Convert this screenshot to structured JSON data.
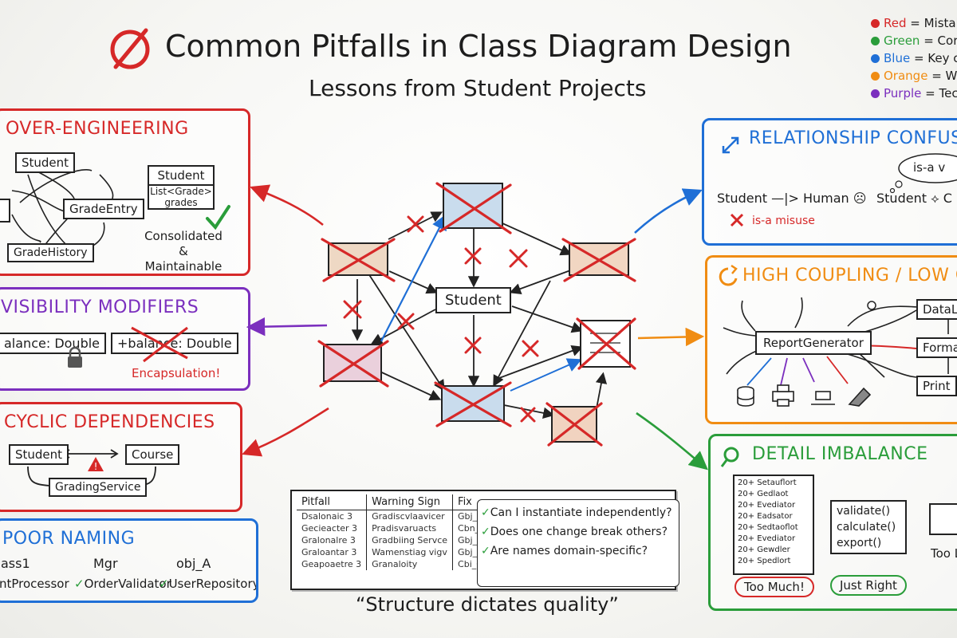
{
  "title": "Common Pitfalls in Class Diagram Design",
  "subtitle": "Lessons from Student Projects",
  "quote": "“Structure dictates quality”",
  "legend": [
    {
      "color": "#d62828",
      "label": "Red",
      "text": " = Mistake"
    },
    {
      "color": "#2a9d3a",
      "label": "Green",
      "text": " = Correct"
    },
    {
      "color": "#1f6fd6",
      "label": "Blue",
      "text": " = Key co"
    },
    {
      "color": "#f08c12",
      "label": "Orange",
      "text": " = Warn"
    },
    {
      "color": "#7b2fbe",
      "label": "Purple",
      "text": " = Techn"
    }
  ],
  "over_engineering": {
    "title": "OVER-ENGINEERING",
    "student": "Student",
    "grade_entry": "GradeEntry",
    "grade_history": "GradeHistory",
    "cls_name": "Student",
    "cls_line1": "List<Grade>",
    "cls_line2": "grades",
    "caption1": "Consolidated &",
    "caption2": "Maintainable"
  },
  "visibility": {
    "title": "VISIBILITY MODIFIERS",
    "private_field": "alance: Double",
    "public_field": "+balance: Double",
    "caption": "Encapsulation!"
  },
  "cyclic": {
    "title": "CYCLIC DEPENDENCIES",
    "student": "Student",
    "course": "Course",
    "service": "GradingService"
  },
  "naming": {
    "title": "POOR NAMING",
    "bad1": "ass1",
    "bad2": "Mgr",
    "bad3": "obj_A",
    "good1": "ntProcessor",
    "good2": "OrderValidator",
    "good3": "UserRepository",
    "check": "✓"
  },
  "center": {
    "student": "Student"
  },
  "relationship": {
    "title": "RELATIONSHIP CONFUSIO",
    "bubble": "is-a v",
    "line1": "Student —|> Human",
    "line2": "Student ⟡ C",
    "misuse": "is-a misuse"
  },
  "coupling": {
    "title": "HIGH COUPLING / LOW COH",
    "report": "ReportGenerator",
    "data": "DataLo",
    "format": "Forma",
    "print": "Print"
  },
  "detail": {
    "title": "DETAIL IMBALANCE",
    "too_much_lines": [
      "20+ Setauflort",
      "20+ Gedlaot",
      "20+ Evediator",
      "20+ Eadsator",
      "20+ Sedtaoflot",
      "20+ Evediator",
      "20+ Gewdler",
      "20+ Spedlort"
    ],
    "just_right_lines": [
      "validate()",
      "calculate()",
      "export()"
    ],
    "too_much": "Too Much!",
    "just_right": "Just Right",
    "too_little": "Too L"
  },
  "table": {
    "headers": [
      "Pitfall",
      "Warning Sign",
      "Fix"
    ],
    "rows": [
      [
        "Dsalonaic 3",
        "Gradiscvlaavicer",
        "Gbj_Ğ"
      ],
      [
        "Gecieacter 3",
        "Pradisvaruacts",
        "Cbn_Ñdy"
      ],
      [
        "Gralonalre 3",
        "Gradbiing Servce",
        "Gbj_Ğ"
      ],
      [
        "Graloantar 3",
        "Wamenstiag vigv",
        "Gbj_Ğ"
      ],
      [
        "Geapoaetre 3",
        "Granaloity",
        "Cbi_Ğ"
      ]
    ]
  },
  "checklist": [
    "Can I instantiate independently?",
    "Does one change break others?",
    "Are names domain-specific?"
  ],
  "colors": {
    "red": "#d62828",
    "green": "#2a9d3a",
    "blue": "#1f6fd6",
    "orange": "#f08c12",
    "purple": "#7b2fbe"
  }
}
